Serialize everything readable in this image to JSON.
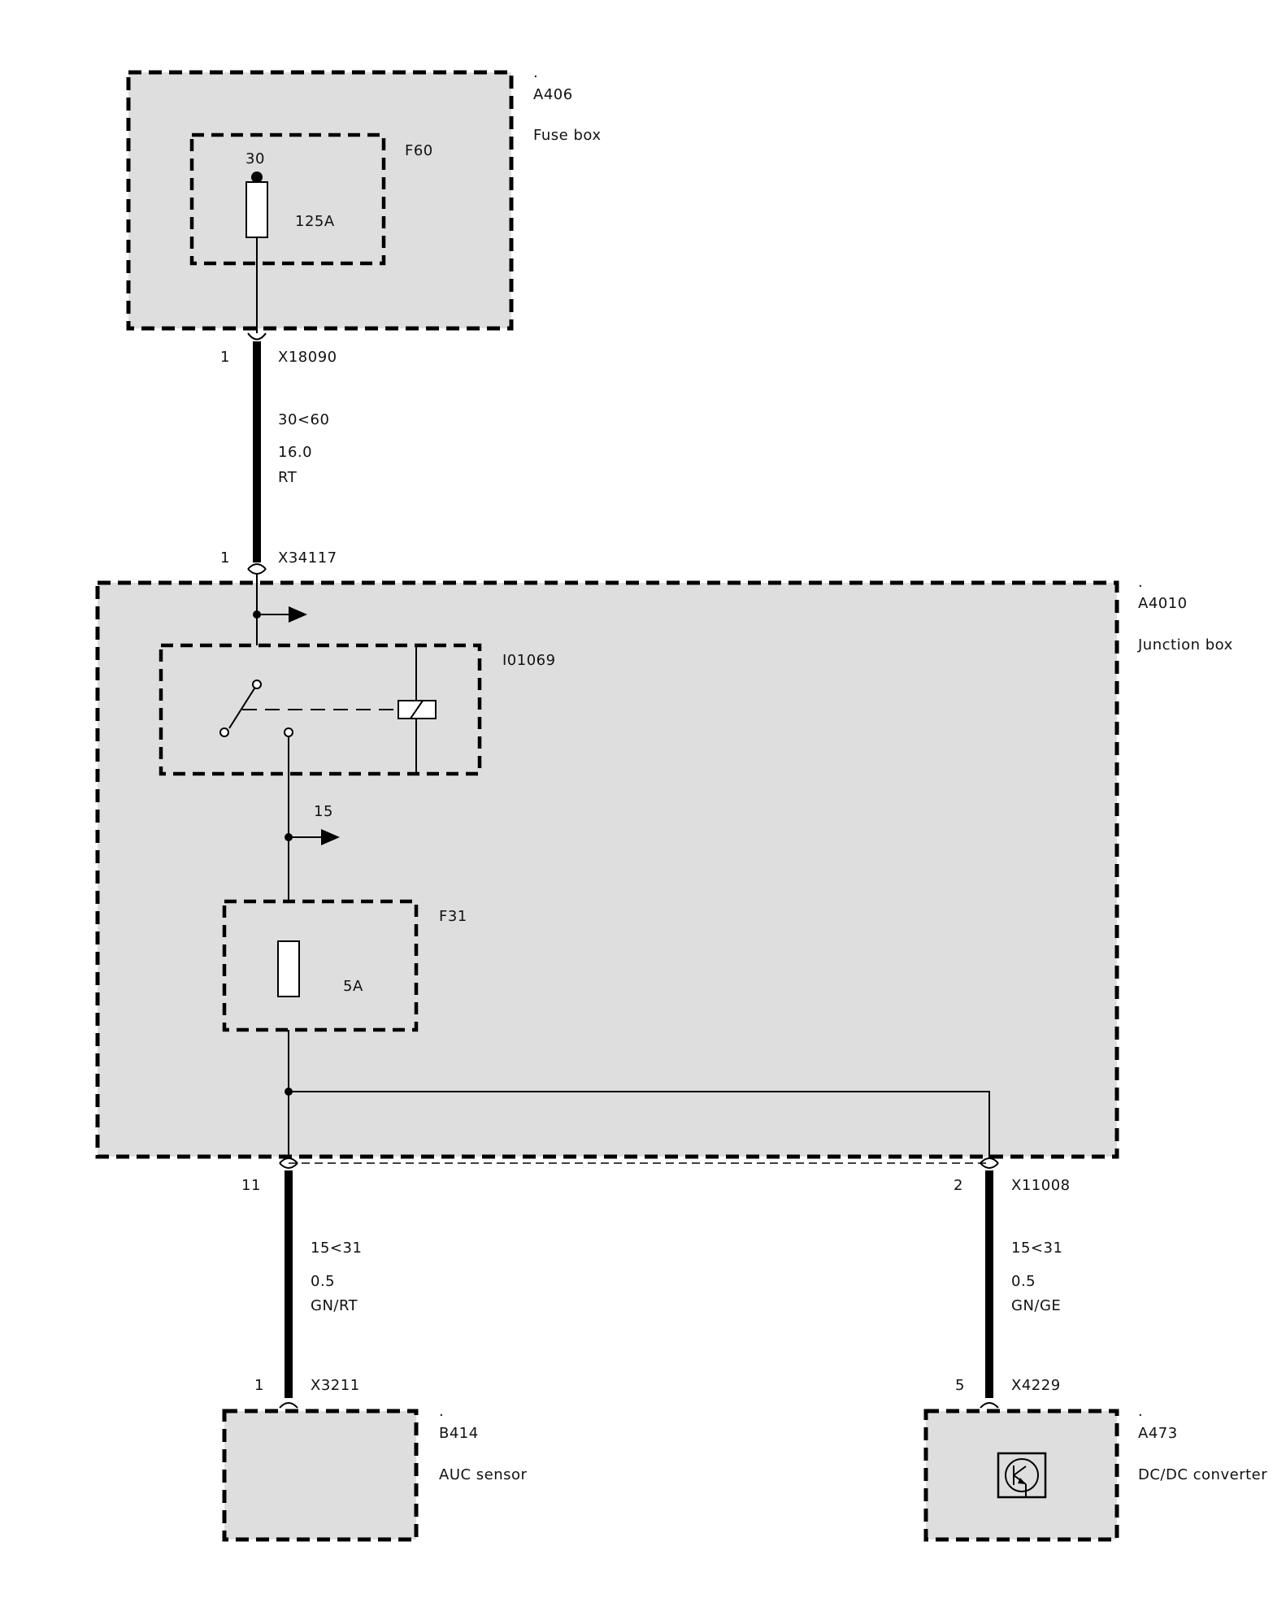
{
  "components": {
    "fuse_box": {
      "dot": ".",
      "id": "A406",
      "name": "Fuse box"
    },
    "fuse_f60": {
      "id": "F60",
      "terminal": "30",
      "rating": "125A"
    },
    "junction_box": {
      "dot": ".",
      "id": "A4010",
      "name": "Junction box"
    },
    "relay": {
      "id": "I01069"
    },
    "branch_15": {
      "label": "15"
    },
    "fuse_f31": {
      "id": "F31",
      "rating": "5A"
    },
    "auc_sensor": {
      "dot": ".",
      "id": "B414",
      "name": "AUC sensor"
    },
    "dcdc_converter": {
      "dot": ".",
      "id": "A473",
      "name": "DC/DC converter"
    }
  },
  "connectors": {
    "x18090": {
      "pin": "1",
      "id": "X18090"
    },
    "x34117": {
      "pin": "1",
      "id": "X34117"
    },
    "x11008_left": {
      "pin": "11"
    },
    "x11008": {
      "pin": "2",
      "id": "X11008"
    },
    "x3211": {
      "pin": "1",
      "id": "X3211"
    },
    "x4229": {
      "pin": "5",
      "id": "X4229"
    }
  },
  "wires": {
    "main_feed": {
      "signal": "30<60",
      "size": "16.0",
      "color": "RT"
    },
    "to_auc": {
      "signal": "15<31",
      "size": "0.5",
      "color": "GN/RT"
    },
    "to_dcdc": {
      "signal": "15<31",
      "size": "0.5",
      "color": "GN/GE"
    }
  }
}
